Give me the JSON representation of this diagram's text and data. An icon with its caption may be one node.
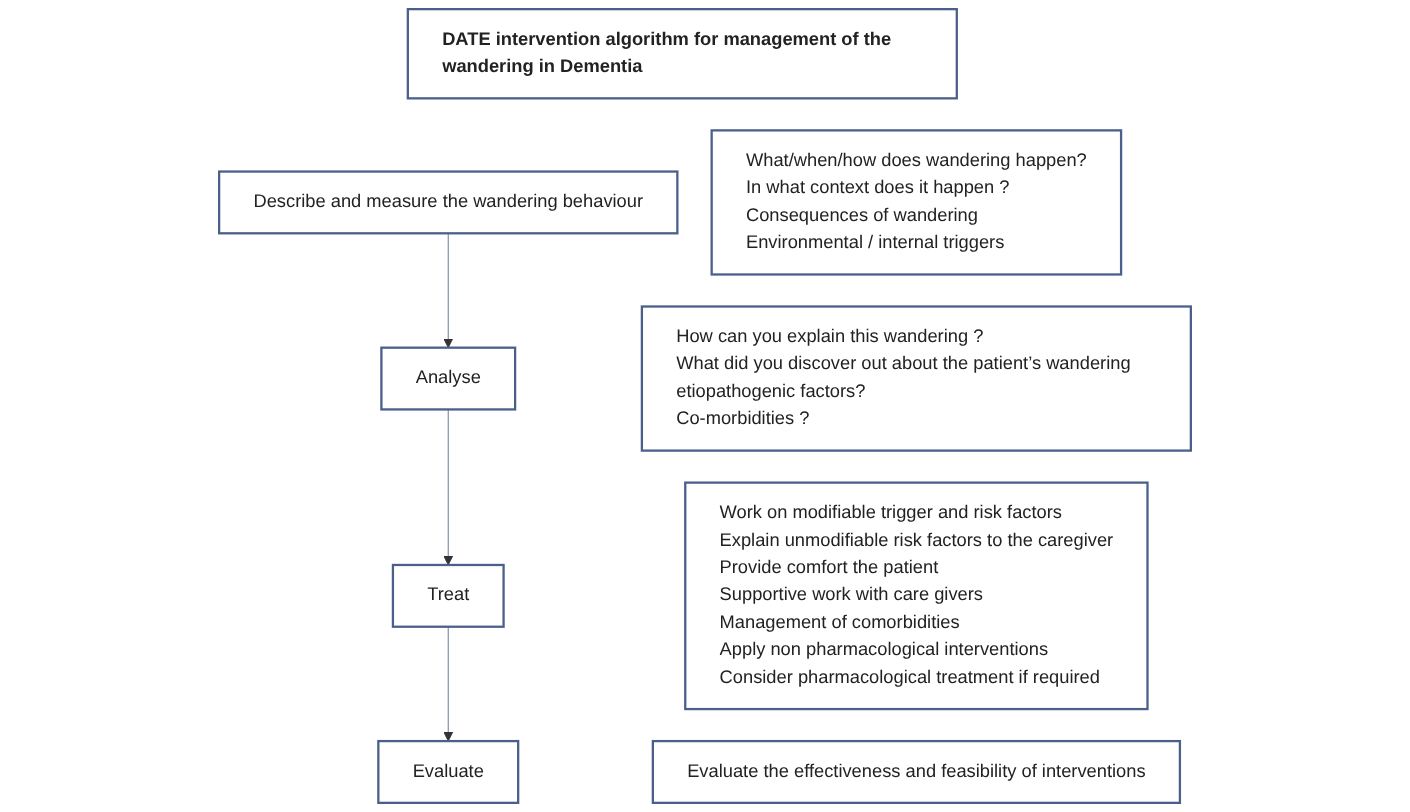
{
  "diagram": {
    "nodes": [
      {
        "text": [
          "DATE intervention algorithm for management of the wandering in Dementia"
        ]
      },
      {
        "text": [
          "Describe and measure the wandering behaviour"
        ]
      },
      {
        "text": [
          "What/when/how does wandering happen?",
          "In what context does it happen ?",
          "Consequences of wandering",
          "Environmental / internal triggers"
        ]
      },
      {
        "text": [
          "Analyse"
        ]
      },
      {
        "text": [
          "How can you explain this wandering ?",
          "What did you discover out about the patient’s wandering etiopathogenic factors?",
          "Co-morbidities ?"
        ]
      },
      {
        "text": [
          "Treat"
        ]
      },
      {
        "text": [
          "Work on modifiable trigger and risk factors",
          "Explain unmodifiable risk factors to the caregiver",
          "Provide comfort the patient",
          "Supportive work with care givers",
          "Management of comorbidities",
          "Apply non pharmacological interventions",
          "Consider pharmacological treatment if  required"
        ]
      },
      {
        "text": [
          "Evaluate"
        ]
      },
      {
        "text": [
          "Evaluate the effectiveness and feasibility of interventions"
        ]
      }
    ],
    "edges": [
      {
        "from": 1,
        "to": 3,
        "arrow": "to"
      },
      {
        "from": 3,
        "to": 5,
        "arrow": "to"
      },
      {
        "from": 5,
        "to": 7,
        "arrow": "to"
      }
    ]
  }
}
